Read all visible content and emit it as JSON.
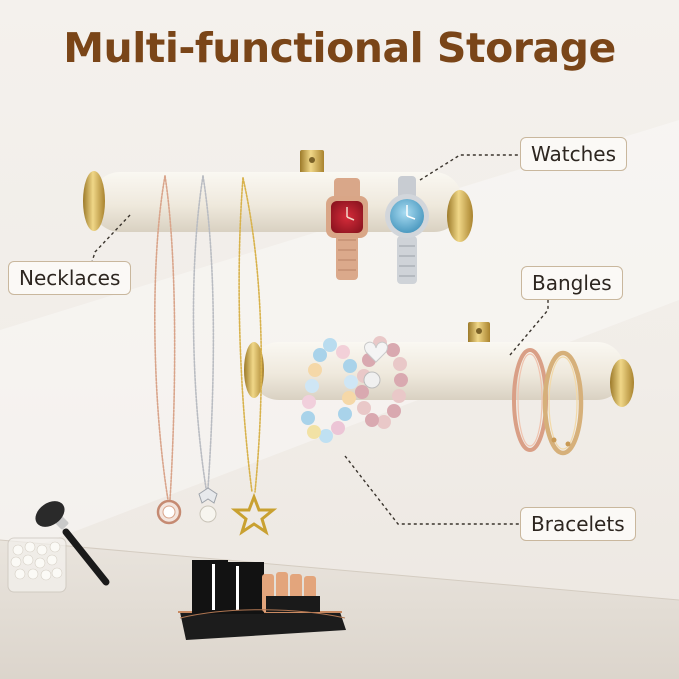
{
  "title": "Multi-functional Storage",
  "labels": {
    "watches": "Watches",
    "necklaces": "Necklaces",
    "bangles": "Bangles",
    "bracelets": "Bracelets"
  },
  "colors": {
    "title": "#7a4518",
    "label_border": "#c9b79d",
    "gold": "#c9a445",
    "bar": "#f3efe6",
    "rose_gold": "#d9a48a"
  },
  "icons": [
    "watch",
    "necklace",
    "bangle",
    "bracelet",
    "makeup-brush",
    "pearl-jar",
    "lipstick-holder"
  ]
}
